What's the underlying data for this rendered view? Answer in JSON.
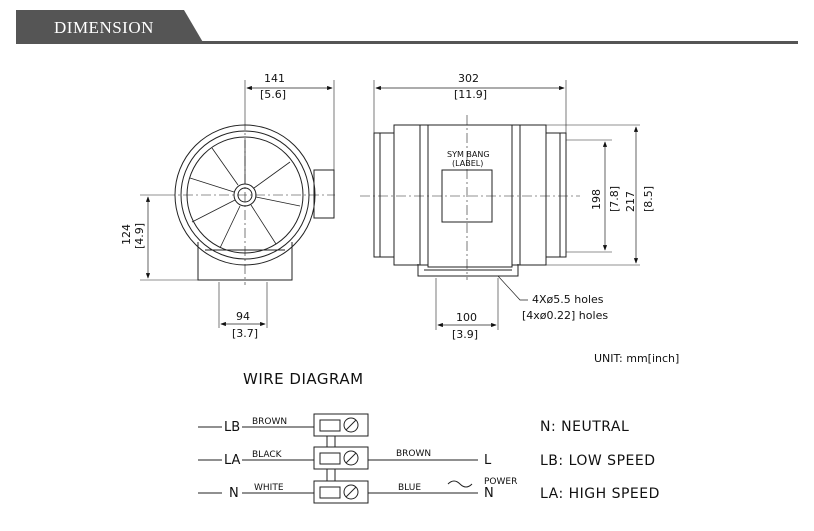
{
  "header": {
    "title": "DIMENSION"
  },
  "front_view": {
    "width_mm": "141",
    "width_in": "[5.6]",
    "height_mm": "124",
    "height_in": "[4.9]",
    "base_mm": "94",
    "base_in": "[3.7]"
  },
  "side_view": {
    "length_mm": "302",
    "length_in": "[11.9]",
    "inner_h_mm": "198",
    "inner_h_in": "[7.8]",
    "outer_h_mm": "217",
    "outer_h_in": "[8.5]",
    "base_mm": "100",
    "base_in": "[3.9]",
    "label_line1": "SYM BANG",
    "label_line2": "(LABEL)",
    "holes_mm": "4Xø5.5  holes",
    "holes_in": "[4xø0.22]  holes"
  },
  "unit": "UNIT: mm[inch]",
  "wire_diagram": {
    "title": "WIRE DIAGRAM",
    "rows": [
      {
        "terminal": "LB",
        "left_color": "BROWN",
        "right_color": "",
        "right_terminal": ""
      },
      {
        "terminal": "LA",
        "left_color": "BLACK",
        "right_color": "BROWN",
        "right_terminal": "L"
      },
      {
        "terminal": "N",
        "left_color": "WHITE",
        "right_color": "BLUE",
        "right_terminal": "N"
      }
    ],
    "power_label": "POWER"
  },
  "legend": [
    {
      "text": "N:  NEUTRAL"
    },
    {
      "text": "LB:  LOW  SPEED"
    },
    {
      "text": "LA:  HIGH  SPEED"
    }
  ]
}
